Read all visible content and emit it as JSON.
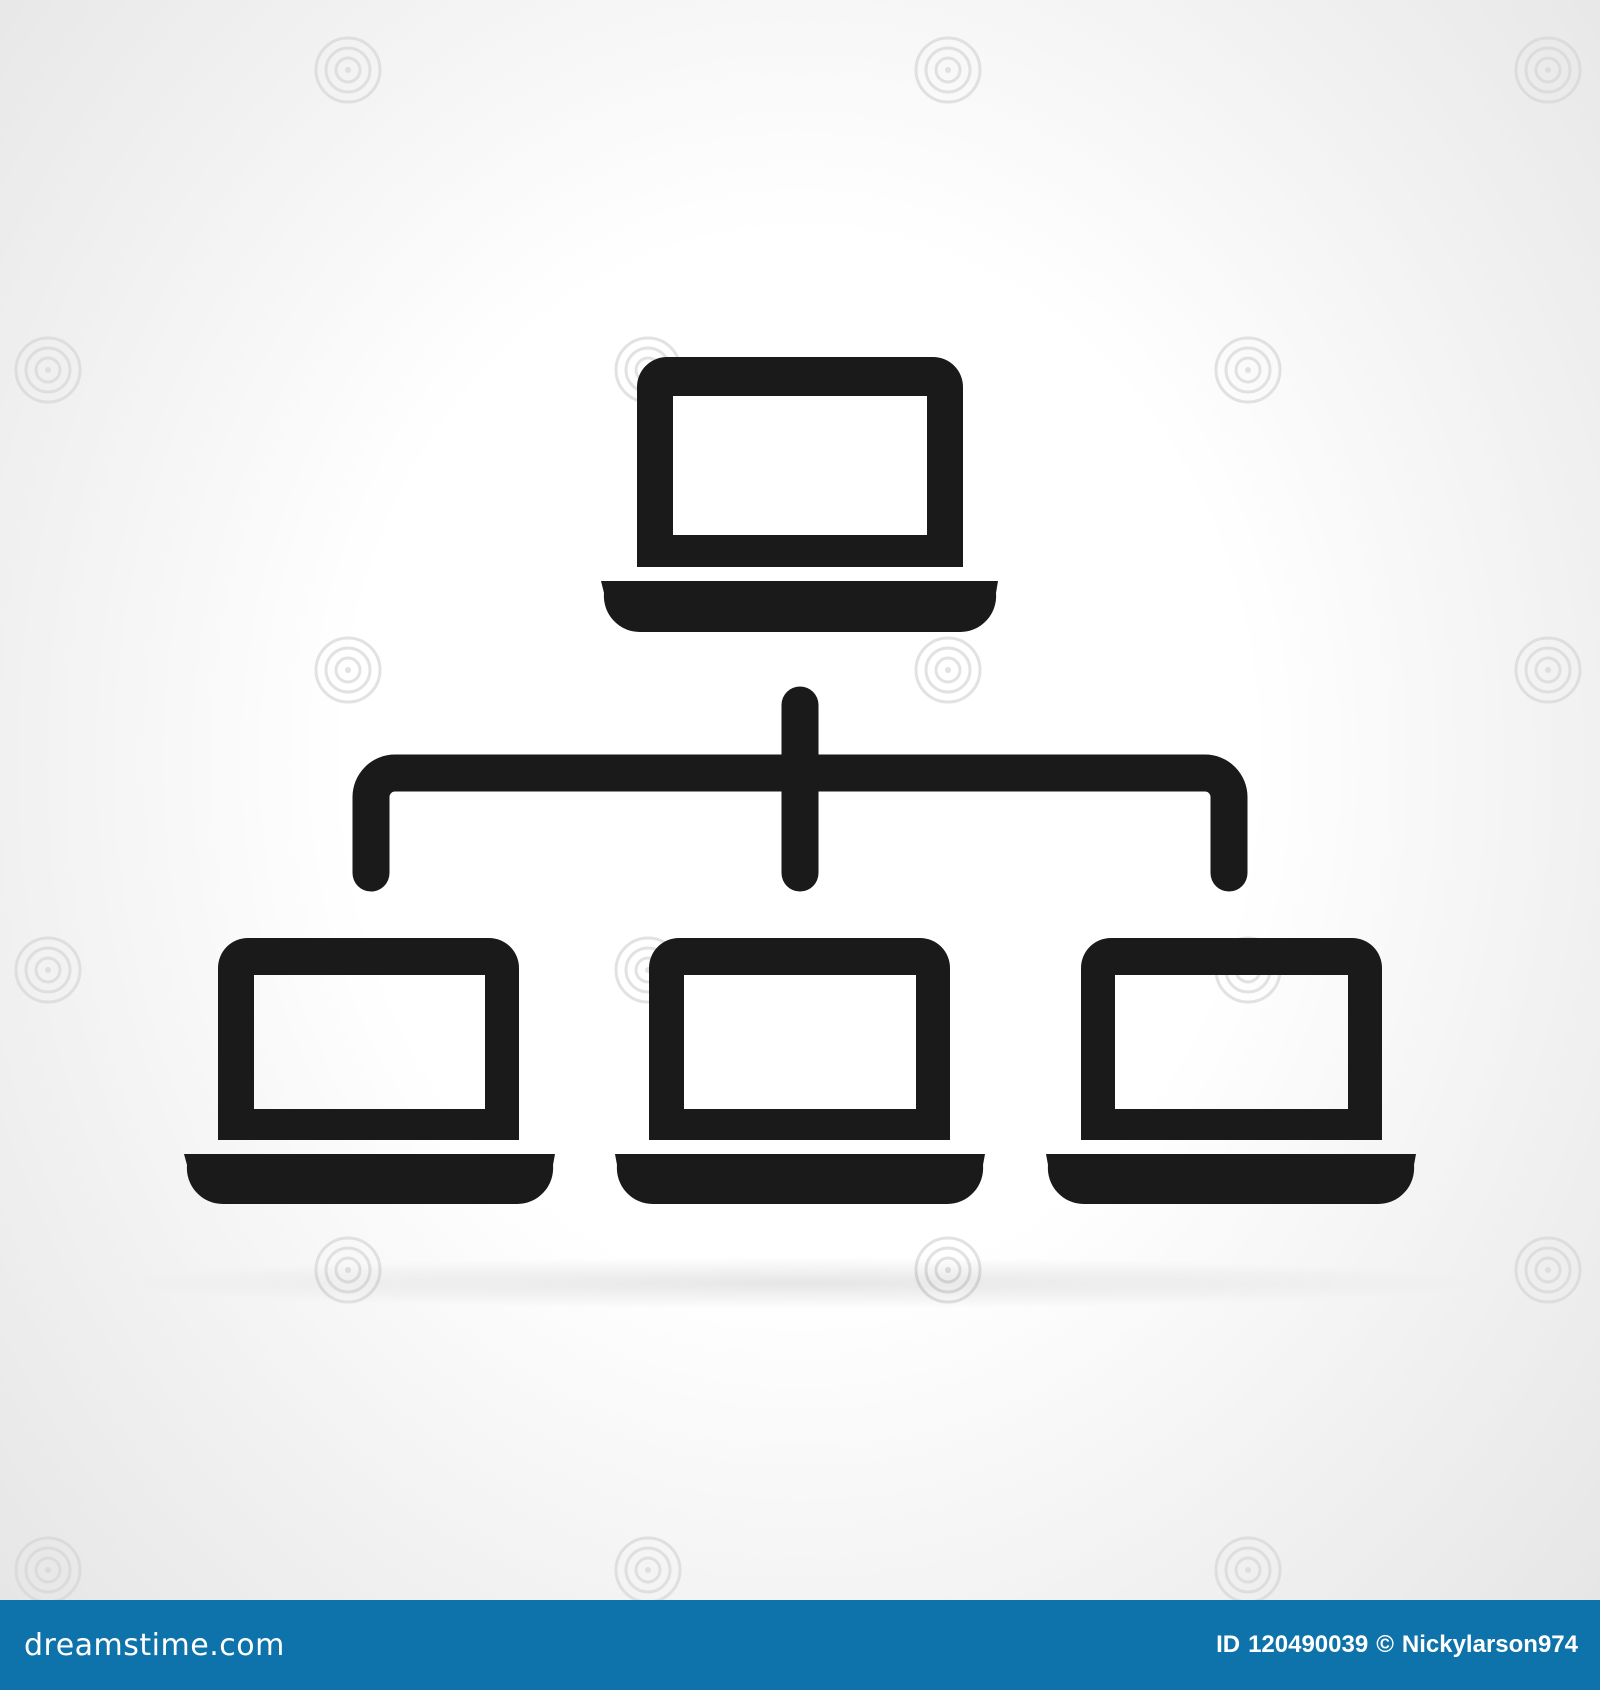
{
  "footer": {
    "brand": "dreamstime.com",
    "id_label": "ID",
    "id_number": "120490039",
    "copyright_symbol": "©",
    "author": "Nickylarson974",
    "bar_color": "#0f73ab"
  },
  "diagram": {
    "icon_color": "#1a1a1a",
    "nodes": [
      {
        "name": "top-laptop-icon"
      },
      {
        "name": "left-laptop-icon"
      },
      {
        "name": "center-laptop-icon"
      },
      {
        "name": "right-laptop-icon"
      }
    ]
  }
}
